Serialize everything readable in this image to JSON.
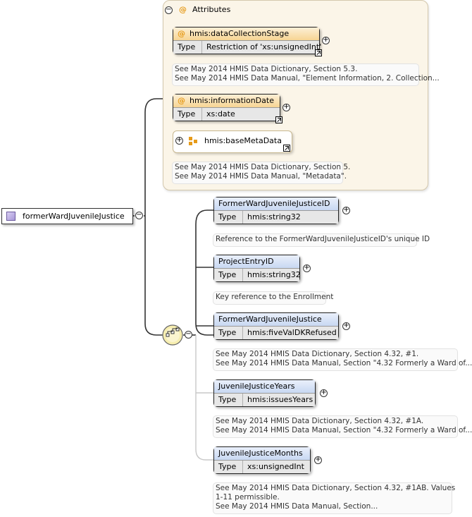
{
  "root": {
    "name": "formerWardJuvenileJustice"
  },
  "attributes": {
    "header": "Attributes",
    "at_symbol": "@",
    "data_collection_stage": {
      "name": "hmis:dataCollectionStage",
      "type_label": "Type",
      "type": "Restriction of 'xs:unsignedInt'"
    },
    "information_date": {
      "name": "hmis:informationDate",
      "type_label": "Type",
      "type": "xs:date"
    },
    "base_meta_data": {
      "name": "hmis:baseMetaData"
    },
    "doc1": [
      "See May 2014 HMIS Data Dictionary, Section 5.3.",
      "See May 2014 HMIS Data Manual, \"Element Information, 2. Collection..."
    ],
    "doc2": [
      "See May 2014 HMIS Data Dictionary, Section 5.",
      "See May 2014 HMIS Data Manual, \"Metadata\"."
    ]
  },
  "elements": [
    {
      "name": "FormerWardJuvenileJusticeID",
      "type_label": "Type",
      "type": "hmis:string32",
      "doc": [
        "Reference to the FormerWardJuvenileJusticeID's unique ID"
      ]
    },
    {
      "name": "ProjectEntryID",
      "type_label": "Type",
      "type": "hmis:string32",
      "doc": [
        "Key reference to the Enrollment"
      ]
    },
    {
      "name": "FormerWardJuvenileJustice",
      "type_label": "Type",
      "type": "hmis:fiveValDKRefused",
      "doc": [
        "See May 2014 HMIS Data Dictionary, Section 4.32, #1.",
        "See May 2014 HMIS Data Manual, Section \"4.32 Formerly a Ward of..."
      ]
    },
    {
      "name": "JuvenileJusticeYears",
      "type_label": "Type",
      "type": "hmis:issuesYears",
      "doc": [
        "See May 2014 HMIS Data Dictionary, Section 4.32, #1A.",
        "See May 2014 HMIS Data Manual, Section \"4.32 Formerly a Ward of..."
      ]
    },
    {
      "name": "JuvenileJusticeMonths",
      "type_label": "Type",
      "type": "xs:unsignedInt",
      "doc": [
        "See May 2014 HMIS Data Dictionary, Section 4.32, #1AB. Values",
        "1-11 permissible.",
        "See May 2014 HMIS Data Manual, Section..."
      ]
    }
  ],
  "colors": {
    "attribute_header": "#f7d593",
    "element_header": "#c8d8f2",
    "attr_panel": "#fbf5e8",
    "at_symbol": "#e69b1a"
  }
}
